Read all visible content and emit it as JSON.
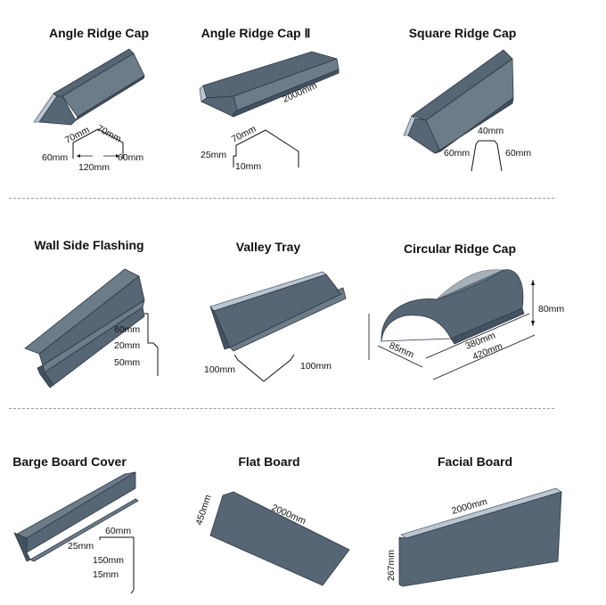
{
  "products": [
    {
      "title": "Angle Ridge Cap",
      "dims": [
        "70mm",
        "70mm",
        "60mm",
        "120mm",
        "60mm"
      ]
    },
    {
      "title": "Angle Ridge Cap Ⅱ",
      "dims": [
        "2000mm",
        "70mm",
        "25mm",
        "10mm"
      ]
    },
    {
      "title": "Square Ridge Cap",
      "dims": [
        "40mm",
        "60mm",
        "60mm"
      ]
    },
    {
      "title": "Wall Side Flashing",
      "dims": [
        "60mm",
        "20mm",
        "50mm"
      ]
    },
    {
      "title": "Valley Tray",
      "dims": [
        "100mm",
        "100mm"
      ]
    },
    {
      "title": "Circular Ridge Cap",
      "dims": [
        "80mm",
        "85mm",
        "380mm",
        "420mm"
      ]
    },
    {
      "title": "Barge Board Cover",
      "dims": [
        "60mm",
        "25mm",
        "150mm",
        "15mm"
      ]
    },
    {
      "title": "Flat Board",
      "dims": [
        "450mm",
        "2000mm"
      ]
    },
    {
      "title": "Facial Board",
      "dims": [
        "2000mm",
        "267mm"
      ]
    }
  ],
  "colors": {
    "metal": "#566674",
    "metal_light": "#6d7c89",
    "metal_dark": "#435260",
    "divider": "#9a9a9a"
  }
}
